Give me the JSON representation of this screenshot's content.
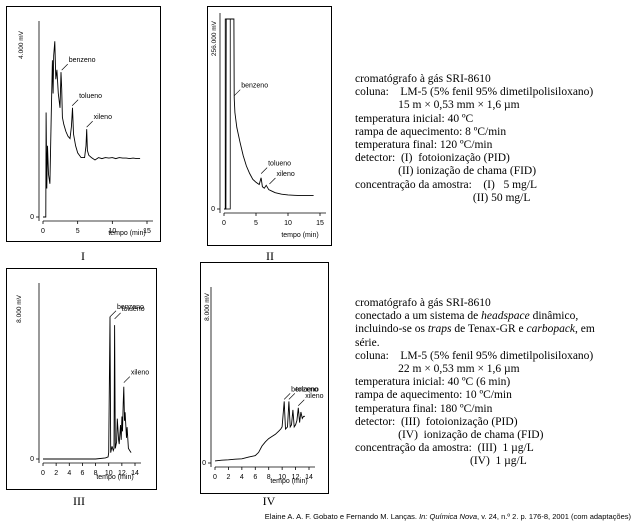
{
  "chart_data": [
    {
      "type": "line",
      "panel_label": "I",
      "ylabel": "4.000 mV",
      "y_zero_tick": "0",
      "xlabel": "tempo (min)",
      "x_ticks": [
        "0",
        "5",
        "10",
        "15"
      ],
      "xlim": [
        0,
        15
      ],
      "ylim": [
        0,
        4000
      ],
      "peak_labels": [
        {
          "text": "benzeno",
          "x": 2.7,
          "y": 3050
        },
        {
          "text": "tolueno",
          "x": 4.2,
          "y": 2300
        },
        {
          "text": "xileno",
          "x": 6.3,
          "y": 1850
        }
      ],
      "series": [
        {
          "x": [
            0,
            0.4,
            0.45,
            0.55,
            0.65,
            0.8,
            1.0,
            1.2,
            1.35,
            1.45,
            1.55,
            1.7,
            1.85,
            2.0,
            2.2,
            2.45,
            2.6,
            2.7,
            2.8,
            3.0,
            3.3,
            3.6,
            3.9,
            4.1,
            4.25,
            4.4,
            4.7,
            5.0,
            5.5,
            6.0,
            6.2,
            6.3,
            6.4,
            6.6,
            7.0,
            7.5,
            8.0,
            8.5,
            9.0,
            9.5,
            10.0,
            10.5,
            11.0,
            11.5,
            12.0,
            12.5,
            13.0,
            13.5,
            14.0
          ],
          "y": [
            0,
            0,
            2200,
            600,
            1500,
            900,
            700,
            2200,
            3300,
            2600,
            3400,
            3700,
            2900,
            3100,
            2600,
            2300,
            3050,
            2700,
            2100,
            1950,
            1800,
            1700,
            1650,
            1900,
            2300,
            1750,
            1500,
            1350,
            1250,
            1250,
            1500,
            1850,
            1400,
            1300,
            1250,
            1200,
            1250,
            1230,
            1250,
            1240,
            1250,
            1230,
            1250,
            1240,
            1240,
            1230,
            1240,
            1230,
            1230
          ]
        }
      ]
    },
    {
      "type": "line",
      "panel_label": "II",
      "ylabel": "256.000 mV",
      "y_zero_tick": "0",
      "xlabel": "tempo (min)",
      "x_ticks": [
        "0",
        "5",
        "10",
        "15"
      ],
      "xlim": [
        0,
        15
      ],
      "ylim": [
        0,
        256000
      ],
      "peak_labels": [
        {
          "text": "benzeno",
          "x": 1.6,
          "y": 150000
        },
        {
          "text": "tolueno",
          "x": 5.8,
          "y": 45000
        },
        {
          "text": "xileno",
          "x": 7.1,
          "y": 31000
        }
      ],
      "series": [
        {
          "x": [
            0,
            0.3,
            0.35,
            1.55,
            1.6,
            1.7,
            2.0,
            2.5,
            3.0,
            3.5,
            4.0,
            4.5,
            5.0,
            5.5,
            5.8,
            6.0,
            6.3,
            6.6,
            7.0,
            7.5,
            8.0,
            9.0,
            10.0,
            11.0,
            12.0,
            13.0,
            14.0
          ],
          "y": [
            0,
            0,
            256000,
            256000,
            150000,
            130000,
            110000,
            90000,
            72000,
            58000,
            48000,
            40000,
            36000,
            33000,
            42000,
            30000,
            28000,
            32000,
            26000,
            24000,
            22000,
            20000,
            19000,
            18500,
            18000,
            18000,
            18000
          ]
        }
      ]
    },
    {
      "type": "line",
      "panel_label": "III",
      "ylabel": "8.000 mV",
      "y_zero_tick": "0",
      "xlabel": "tempo (min)",
      "x_ticks": [
        "0",
        "2",
        "4",
        "6",
        "8",
        "10",
        "12",
        "14"
      ],
      "xlim": [
        0,
        14
      ],
      "ylim": [
        0,
        8000
      ],
      "peak_labels": [
        {
          "text": "tolueno",
          "x": 10.9,
          "y": 6500
        },
        {
          "text": "benzeno",
          "x": 10.2,
          "y": 6600
        },
        {
          "text": "xileno",
          "x": 12.3,
          "y": 3500
        }
      ],
      "series": [
        {
          "x": [
            0,
            2,
            4,
            6,
            8,
            9.5,
            9.9,
            10.0,
            10.2,
            10.3,
            10.5,
            10.7,
            10.8,
            10.9,
            11.0,
            11.2,
            11.3,
            11.5,
            11.6,
            11.8,
            11.9,
            12.0,
            12.1,
            12.2,
            12.3,
            12.4,
            12.5,
            12.7,
            12.8,
            13.0,
            13.2,
            13.4
          ],
          "y": [
            0,
            0,
            0,
            0,
            0,
            50,
            100,
            300,
            6700,
            300,
            600,
            400,
            500,
            6300,
            500,
            800,
            1900,
            900,
            700,
            1600,
            900,
            2000,
            1300,
            2600,
            3400,
            1800,
            2200,
            1000,
            1500,
            500,
            400,
            300
          ]
        }
      ]
    },
    {
      "type": "line",
      "panel_label": "IV",
      "ylabel": "8.000 mV",
      "y_zero_tick": "0",
      "xlabel": "tempo (min)",
      "x_ticks": [
        "0",
        "2",
        "4",
        "6",
        "8",
        "10",
        "12",
        "14"
      ],
      "xlim": [
        0,
        14
      ],
      "ylim": [
        0,
        8000
      ],
      "peak_labels": [
        {
          "text": "tolueno",
          "x": 11.0,
          "y": 2900
        },
        {
          "text": "benzeno",
          "x": 10.3,
          "y": 2900
        },
        {
          "text": "xileno",
          "x": 12.4,
          "y": 2600
        }
      ],
      "series": [
        {
          "x": [
            0,
            1,
            2,
            3,
            4,
            5,
            6,
            6.5,
            7,
            7.5,
            8,
            8.5,
            9,
            9.5,
            9.8,
            10.0,
            10.3,
            10.5,
            10.8,
            11.0,
            11.2,
            11.4,
            11.6,
            11.8,
            12.0,
            12.2,
            12.4,
            12.6,
            12.8,
            13.0,
            13.2,
            13.4
          ],
          "y": [
            100,
            130,
            150,
            180,
            200,
            280,
            350,
            500,
            800,
            1000,
            1150,
            1250,
            1350,
            1500,
            1600,
            1700,
            2900,
            1600,
            1700,
            2900,
            1700,
            1800,
            2500,
            1700,
            1800,
            2000,
            2600,
            1900,
            2400,
            2100,
            2200,
            2200
          ]
        }
      ]
    }
  ],
  "info_top": {
    "lines": [
      "cromatógrafo à gás SRI-8610",
      "coluna:    LM-5 (5% fenil 95% dimetilpolisiloxano)",
      "               15 m × 0,53 mm × 1,6 µm",
      "temperatura inicial: 40 ºC",
      "rampa de aquecimento: 8 ºC/min",
      "temperatura final: 120 ºC/min",
      "detector:  (I)  fotoionização (PID)",
      "               (II) ionização de chama (FID)",
      "concentração da amostra:    (I)   5 mg/L",
      "                                         (II) 50 mg/L"
    ]
  },
  "info_bottom": {
    "lines": [
      "cromatógrafo à gás SRI-8610",
      "conectado a um sistema de headspace dinâmico,",
      "incluindo-se os traps de Tenax-GR e carbopack, em",
      "série.",
      "coluna:    LM-5 (5% fenil 95% dimetilpolisiloxano)",
      "               22 m × 0,53 mm × 1,6 µm",
      "temperatura inicial: 40 ºC (6 min)",
      "rampa de aquecimento: 10 ºC/min",
      "temperatura final: 180 ºC/min",
      "detector:  (III)  fotoionização (PID)",
      "               (IV)  ionização de chama (FID)",
      "concentração da amostra:  (III)  1 µg/L",
      "                                        (IV)  1 µg/L"
    ]
  },
  "citation": {
    "authors": "Elaine A. A. F. Gobato e Fernando M. Lanças.",
    "in_word": "In:",
    "journal": "Química Nova",
    "details": ", v. 24, n.º 2. p. 176-8, 2001 (com adaptações)"
  }
}
